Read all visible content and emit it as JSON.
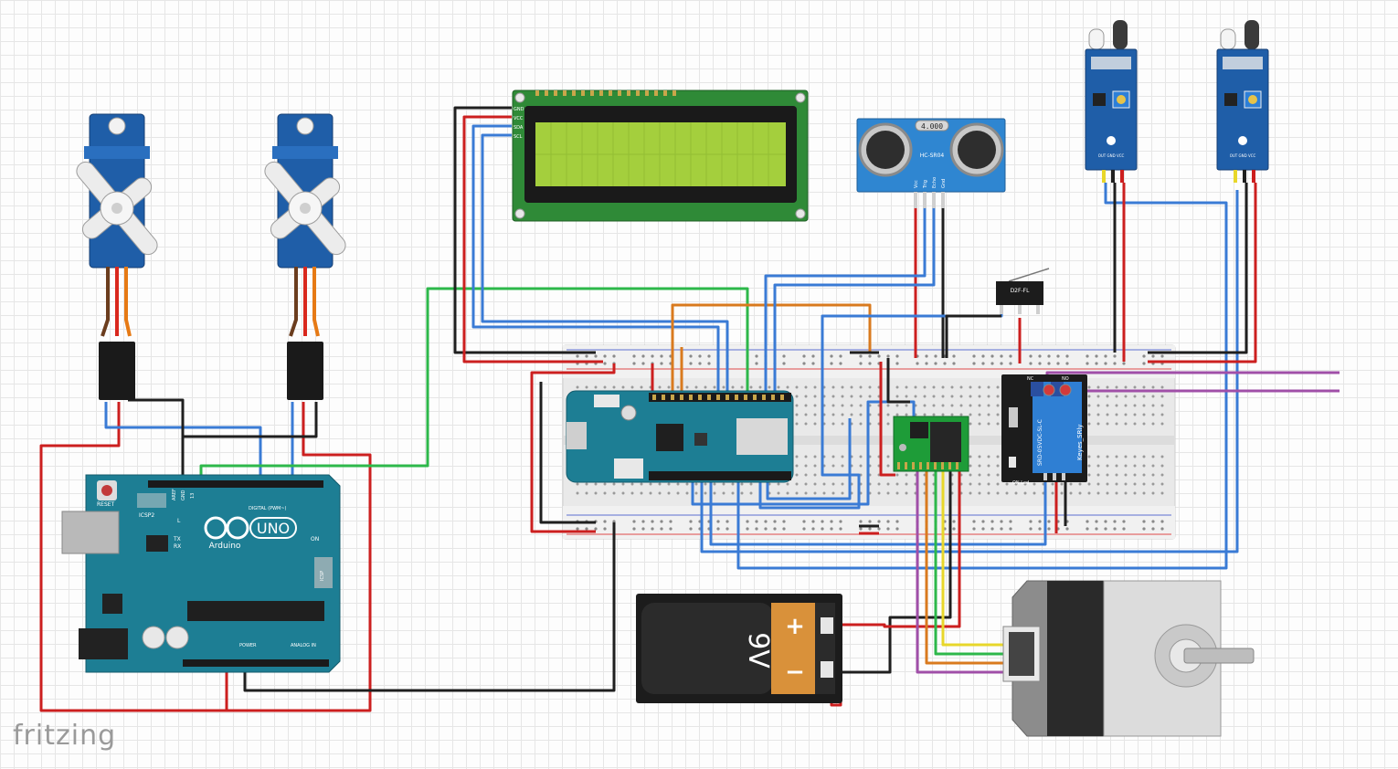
{
  "app": {
    "brand": "fritzing"
  },
  "arduino_uno": {
    "logo": "UNO",
    "brand": "Arduino",
    "reset": "RESET",
    "icsp2": "ICSP2",
    "icsp": "ICSP",
    "digital": "DIGITAL (PWM~)",
    "on": "ON",
    "tx": "TX",
    "rx": "RX",
    "l": "L",
    "power": "POWER",
    "analog": "ANALOG IN",
    "aref": "AREF",
    "gnd": "GND",
    "pin13": "13"
  },
  "lcd": {
    "pins": [
      "GND",
      "VCC",
      "SDA",
      "SCL"
    ]
  },
  "ultrasonic": {
    "model": "HC-SR04",
    "crystal": "4.000",
    "pins": [
      "Vcc",
      "Trig",
      "Echo",
      "Gnd"
    ]
  },
  "ir_sensor": {
    "pins": "OUT GND VCC"
  },
  "limit_switch": {
    "label": "D2F-FL"
  },
  "relay": {
    "brand": "Keyes_SRly",
    "model": "SRD-05VDC-SL-C",
    "nc": "NC",
    "no": "NO",
    "on_led": "ON Led"
  },
  "battery": {
    "label": "9V",
    "plus": "+",
    "minus": "−"
  },
  "colors": {
    "red": "#cc1f1f",
    "black": "#1f1f1f",
    "blue": "#3a7bd5",
    "green": "#2db84a",
    "orange": "#d97a1e",
    "yellow": "#e8d72a",
    "purple": "#a04fa8",
    "pcb_teal": "#1d7e94"
  }
}
